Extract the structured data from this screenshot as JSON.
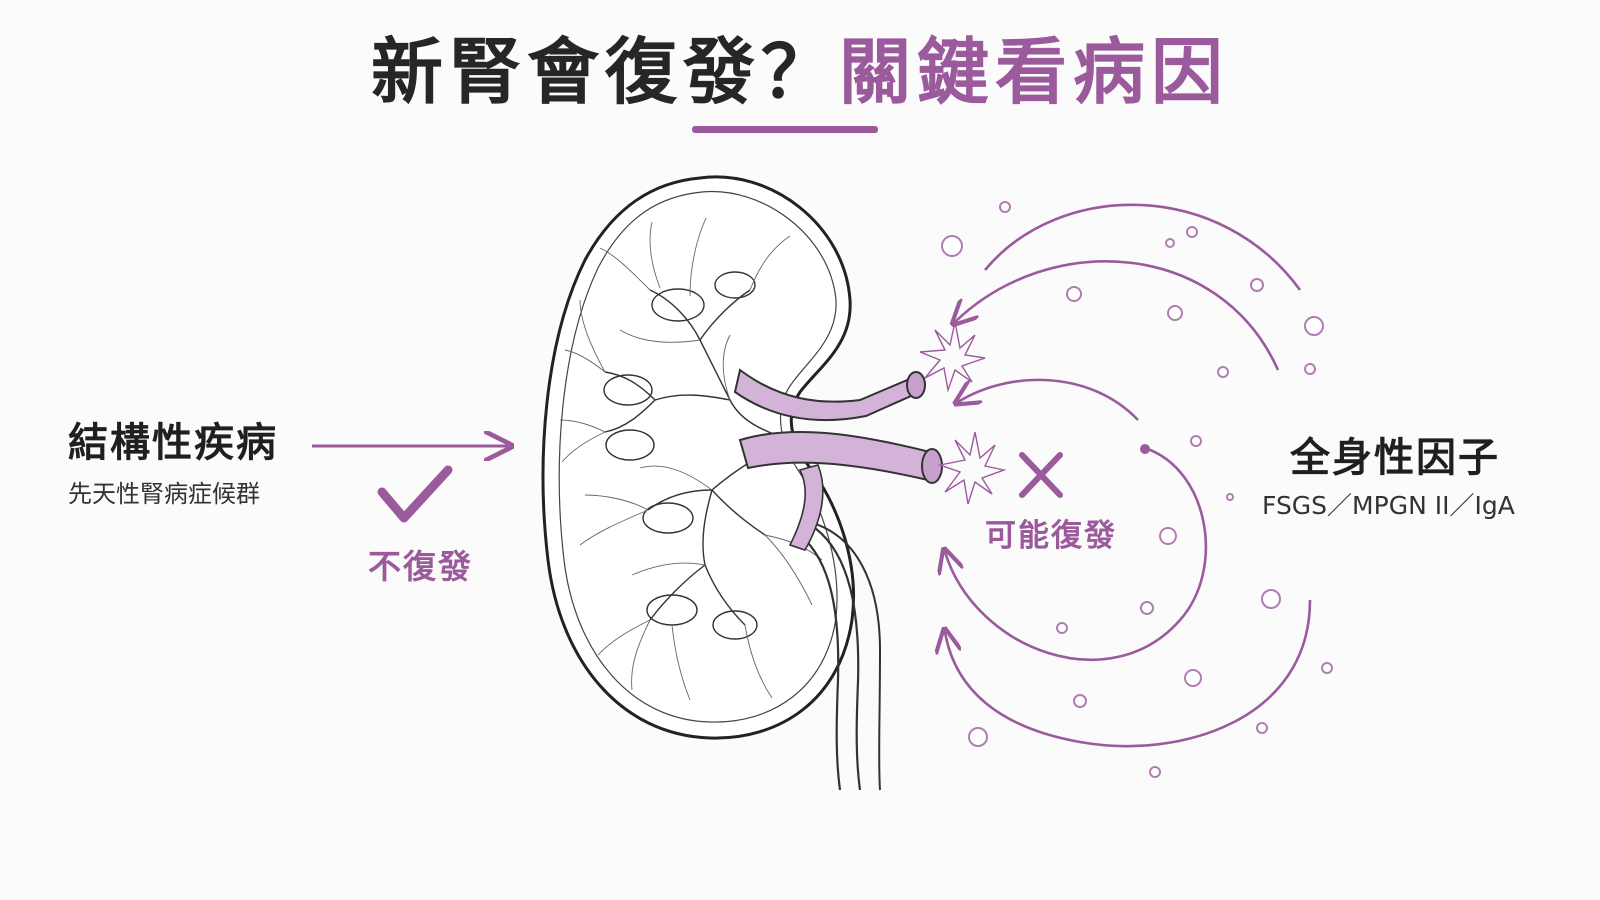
{
  "header": {
    "title_dark": "新腎會復發？",
    "title_accent": "關鍵看病因"
  },
  "left": {
    "title": "結構性疾病",
    "subtitle": "先天性腎病症候群",
    "result": "不復發"
  },
  "right": {
    "title": "全身性因子",
    "subtitle": "FSGS／MPGN II／IgA",
    "result": "可能復發"
  },
  "colors": {
    "accent": "#9b5a9c",
    "vessel_fill": "#d4b3d8",
    "text": "#222222"
  },
  "icons": {
    "check": "check-icon",
    "cross": "cross-icon"
  }
}
